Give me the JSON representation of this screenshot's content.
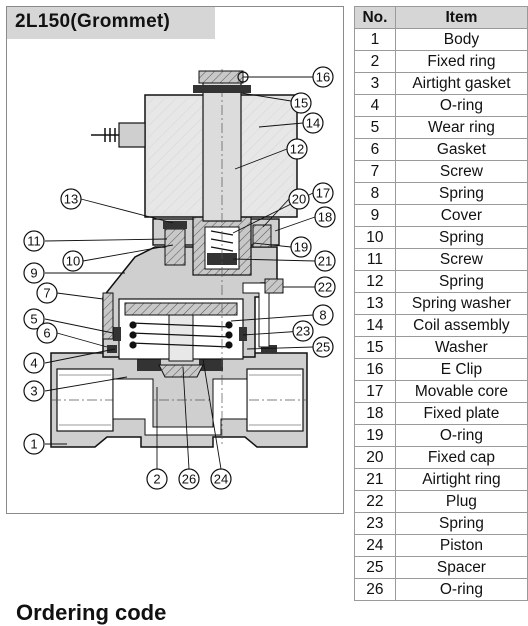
{
  "figure": {
    "title": "2L150(Grommet)",
    "callouts": [
      "1",
      "2",
      "3",
      "4",
      "5",
      "6",
      "7",
      "8",
      "9",
      "10",
      "11",
      "12",
      "13",
      "14",
      "15",
      "16",
      "17",
      "18",
      "19",
      "20",
      "21",
      "22",
      "23",
      "24",
      "25",
      "26"
    ]
  },
  "parts_table": {
    "headers": {
      "no": "No.",
      "item": "Item"
    },
    "rows": [
      {
        "no": "1",
        "item": "Body"
      },
      {
        "no": "2",
        "item": "Fixed ring"
      },
      {
        "no": "3",
        "item": "Airtight gasket"
      },
      {
        "no": "4",
        "item": "O-ring"
      },
      {
        "no": "5",
        "item": "Wear ring"
      },
      {
        "no": "6",
        "item": "Gasket"
      },
      {
        "no": "7",
        "item": "Screw"
      },
      {
        "no": "8",
        "item": "Spring"
      },
      {
        "no": "9",
        "item": "Cover"
      },
      {
        "no": "10",
        "item": "Spring"
      },
      {
        "no": "11",
        "item": "Screw"
      },
      {
        "no": "12",
        "item": "Spring"
      },
      {
        "no": "13",
        "item": "Spring washer"
      },
      {
        "no": "14",
        "item": "Coil assembly"
      },
      {
        "no": "15",
        "item": "Washer"
      },
      {
        "no": "16",
        "item": "E Clip"
      },
      {
        "no": "17",
        "item": "Movable core"
      },
      {
        "no": "18",
        "item": "Fixed plate"
      },
      {
        "no": "19",
        "item": "O-ring"
      },
      {
        "no": "20",
        "item": "Fixed cap"
      },
      {
        "no": "21",
        "item": "Airtight ring"
      },
      {
        "no": "22",
        "item": "Plug"
      },
      {
        "no": "23",
        "item": "Spring"
      },
      {
        "no": "24",
        "item": "Piston"
      },
      {
        "no": "25",
        "item": "Spacer"
      },
      {
        "no": "26",
        "item": "O-ring"
      }
    ]
  },
  "section_heading": "Ordering code",
  "colors": {
    "header_fill": "#d6d6d6",
    "body_fill": "#cfcfcf",
    "coil_fill": "#e4e4e4"
  }
}
